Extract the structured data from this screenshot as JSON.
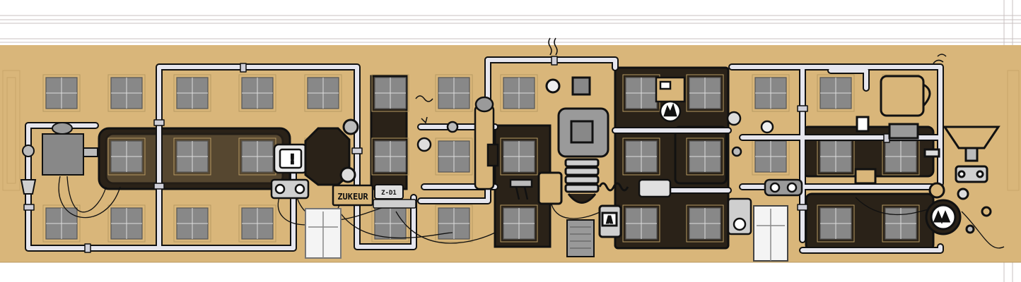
{
  "artwork": {
    "sign_label": "ZUKEUR",
    "tag_label": "Z-D1",
    "panel_letter": "A"
  },
  "colors": {
    "wall": "#d9b67a",
    "window": "#888888",
    "pipe": "#e6e6ee",
    "ink": "#111111",
    "metal": "#9a9a9a",
    "shadow": "#2a2218",
    "paper": "#ffffff"
  }
}
